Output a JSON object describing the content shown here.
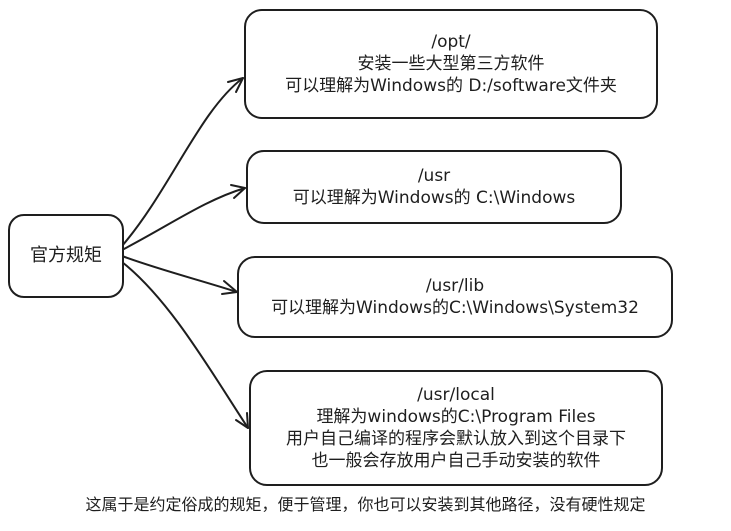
{
  "root": {
    "label": "官方规矩"
  },
  "children": [
    {
      "lines": [
        "/opt/",
        "安装一些大型第三方软件",
        "可以理解为Windows的 D:/software文件夹"
      ]
    },
    {
      "lines": [
        "/usr",
        "可以理解为Windows的 C:\\Windows"
      ]
    },
    {
      "lines": [
        "/usr/lib",
        "可以理解为Windows的C:\\Windows\\System32"
      ]
    },
    {
      "lines": [
        "/usr/local",
        "理解为windows的C:\\Program Files",
        "用户自己编译的程序会默认放入到这个目录下",
        "也一般会存放用户自己手动安装的软件"
      ]
    }
  ],
  "caption": "这属于是约定俗成的规矩，便于管理，你也可以安装到其他路径，没有硬性规定",
  "colors": {
    "stroke": "#1e1e1e",
    "background": "#ffffff"
  }
}
